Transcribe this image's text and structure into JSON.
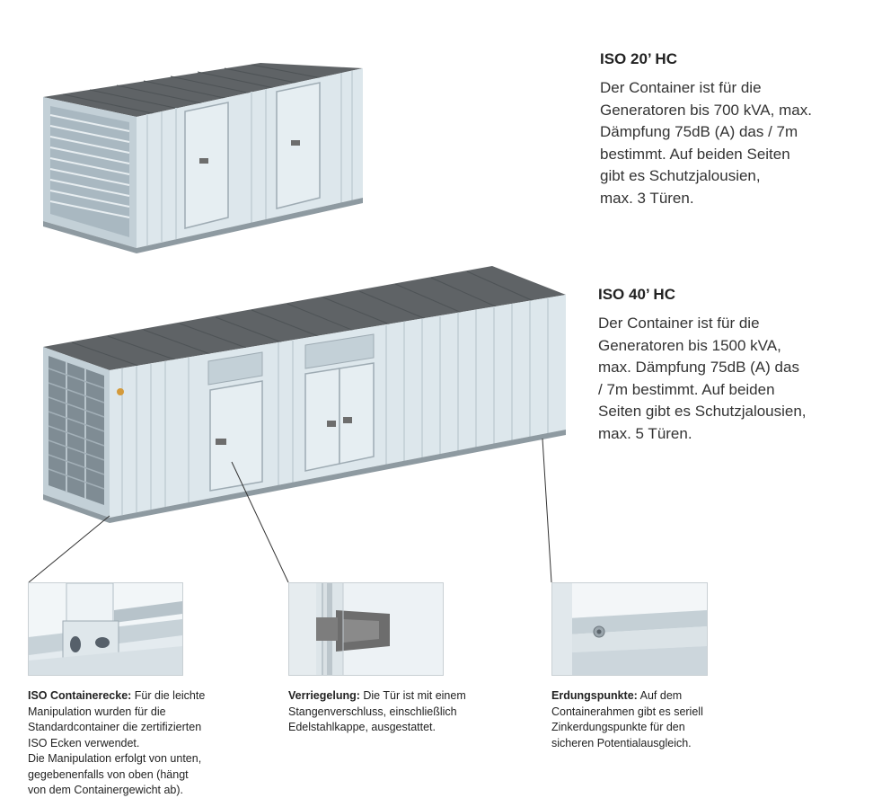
{
  "containers": [
    {
      "title": "ISO 20’ HC",
      "description": "Der Container ist für die\nGeneratoren bis 700 kVA, max.\nDämpfung 75dB (A) das / 7m\nbestimmt. Auf beiden Seiten\ngibt es Schutzjalousien,\nmax. 3 Türen."
    },
    {
      "title": "ISO 40’ HC",
      "description": "Der Container ist für die\nGeneratoren bis 1500 kVA,\nmax. Dämpfung 75dB (A) das\n/ 7m bestimmt. Auf beiden\nSeiten gibt es Schutzjalousien,\nmax. 5 Türen."
    }
  ],
  "details": [
    {
      "label": "ISO Containerecke:",
      "text": " Für die leichte\nManipulation wurden für die\nStandardcontainer die zertifizierten\nISO Ecken verwendet.\nDie Manipulation erfolgt von unten,\ngegebenenfalls von oben (hängt\nvon dem Containergewicht ab)."
    },
    {
      "label": "Verriegelung:",
      "text": " Die Tür ist mit einem\nStangenverschluss, einschließlich\nEdelstahlkappe, ausgestattet."
    },
    {
      "label": "Erdungspunkte:",
      "text": " Auf dem\nContainerahmen gibt es seriell\nZinkerdungspunkte für den\nsicheren Potentialausgleich."
    }
  ],
  "colors": {
    "roof": "#5f6366",
    "wall": "#dde7ec",
    "wall_shade": "#c3d0d7",
    "louver": "#a9b8c1",
    "lock": "#6d6d6d"
  }
}
